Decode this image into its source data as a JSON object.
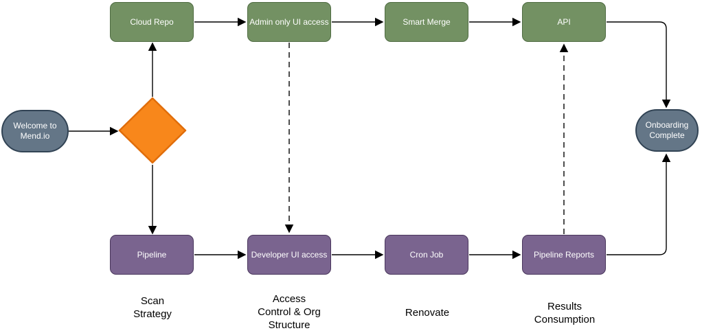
{
  "nodes": {
    "welcome": {
      "label": "Welcome to\nMend.io",
      "shape": "terminator",
      "color": "#647687"
    },
    "decision": {
      "label": "",
      "shape": "decision",
      "color": "#f8871b"
    },
    "cloud_repo": {
      "label": "Cloud Repo",
      "shape": "process",
      "color": "#739163"
    },
    "admin_ui": {
      "label": "Admin only UI access",
      "shape": "process",
      "color": "#739163"
    },
    "smart_merge": {
      "label": "Smart Merge",
      "shape": "process",
      "color": "#739163"
    },
    "api": {
      "label": "API",
      "shape": "process",
      "color": "#739163"
    },
    "pipeline": {
      "label": "Pipeline",
      "shape": "process",
      "color": "#7a648f"
    },
    "developer_ui": {
      "label": "Developer UI access",
      "shape": "process",
      "color": "#7a648f"
    },
    "cron_job": {
      "label": "Cron Job",
      "shape": "process",
      "color": "#7a648f"
    },
    "pipeline_reports": {
      "label": "Pipeline Reports",
      "shape": "process",
      "color": "#7a648f"
    },
    "onboarding": {
      "label": "Onboarding\nComplete",
      "shape": "terminator",
      "color": "#647687"
    }
  },
  "stage_labels": {
    "scan_strategy": "Scan\nStrategy",
    "access_control": "Access\nControl & Org\nStructure",
    "renovate": "Renovate",
    "results_consumption": "Results\nConsumption"
  },
  "edges": [
    {
      "from": "welcome",
      "to": "decision",
      "style": "solid"
    },
    {
      "from": "decision",
      "to": "cloud_repo",
      "style": "solid"
    },
    {
      "from": "decision",
      "to": "pipeline",
      "style": "solid"
    },
    {
      "from": "cloud_repo",
      "to": "admin_ui",
      "style": "solid"
    },
    {
      "from": "admin_ui",
      "to": "smart_merge",
      "style": "solid"
    },
    {
      "from": "smart_merge",
      "to": "api",
      "style": "solid"
    },
    {
      "from": "api",
      "to": "onboarding",
      "style": "solid"
    },
    {
      "from": "pipeline",
      "to": "developer_ui",
      "style": "solid"
    },
    {
      "from": "developer_ui",
      "to": "cron_job",
      "style": "solid"
    },
    {
      "from": "cron_job",
      "to": "pipeline_reports",
      "style": "solid"
    },
    {
      "from": "pipeline_reports",
      "to": "onboarding",
      "style": "solid"
    },
    {
      "from": "admin_ui",
      "to": "developer_ui",
      "style": "dashed"
    },
    {
      "from": "pipeline_reports",
      "to": "api",
      "style": "dashed"
    }
  ],
  "colors": {
    "background": "#ffffff",
    "process_top_fill": "#739163",
    "process_top_border": "#4e6b41",
    "process_bottom_fill": "#7a648f",
    "process_bottom_border": "#48355b",
    "terminator_fill": "#647687",
    "terminator_border": "#314354",
    "decision": "#f8871b",
    "decision_border": "#e06d0a",
    "edge": "#000000",
    "node_text": "#ffffff",
    "label_text": "#000000"
  }
}
